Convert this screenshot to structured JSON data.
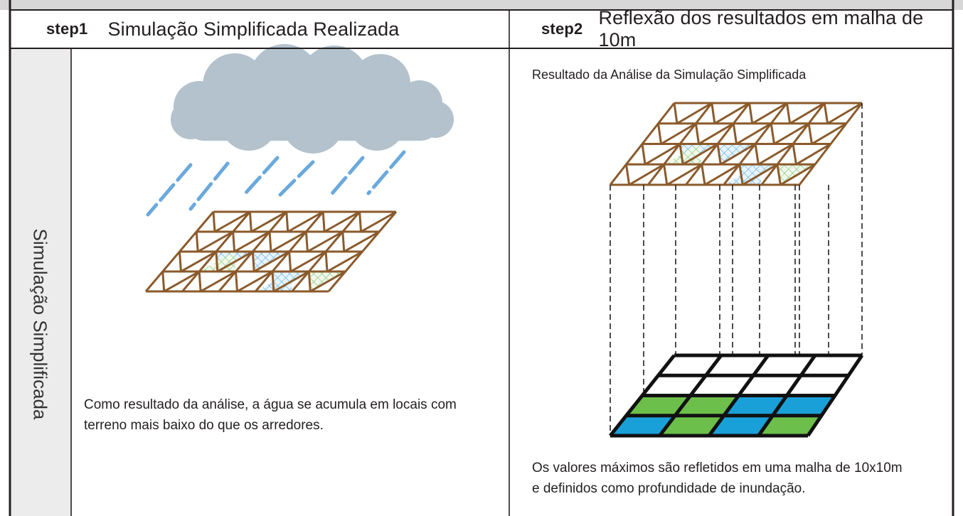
{
  "step1": {
    "label": "step1",
    "title": "Simulação Simplificada Realizada",
    "description_line1": "Como resultado da análise, a água se acumula em locais com",
    "description_line2": "terreno mais baixo do que os arredores."
  },
  "step2": {
    "label": "step2",
    "title": "Reflexão dos resultados em malha de 10m",
    "result_label": "Resultado da Análise da Simulação Simplificada",
    "description_line1": "Os valores máximos são refletidos em uma malha de 10x10m",
    "description_line2": "e definidos como profundidade de inundação."
  },
  "sidebar": {
    "label": "Simulação Simplificada"
  },
  "colors": {
    "frame": "#231f20",
    "sidebar": "#ececec",
    "header_band": "#d7d7d7",
    "cloud": "#b3c2cc",
    "rain": "#6aa9dc",
    "tin_edges": "#8b5a2b",
    "water_hatch": "#5aa9e0",
    "shallow_hatch": "#7ac26a",
    "cell_blue": "#1aa0d8",
    "cell_green": "#6cbf4a"
  },
  "grid_cells": [
    [
      "white",
      "white",
      "white",
      "white"
    ],
    [
      "white",
      "white",
      "white",
      "white"
    ],
    [
      "green",
      "green",
      "blue",
      "blue"
    ],
    [
      "blue",
      "green",
      "blue",
      "green"
    ]
  ]
}
